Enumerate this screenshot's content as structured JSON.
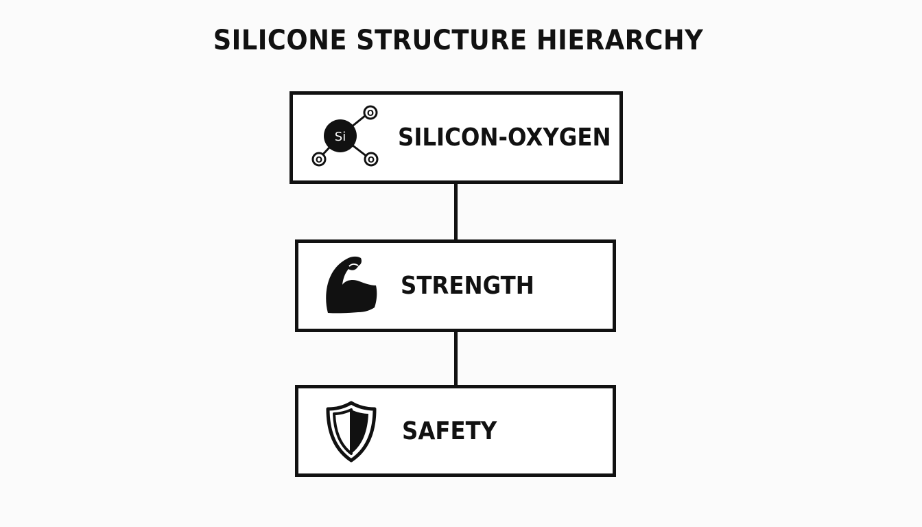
{
  "diagram": {
    "title": "SILICONE STRUCTURE HIERARCHY",
    "nodes": [
      {
        "label": "SILICON-OXYGEN",
        "icon": "molecule-icon",
        "icon_text": "Si",
        "sub_icon_text": "O"
      },
      {
        "label": "STRENGTH",
        "icon": "flexed-arm-icon"
      },
      {
        "label": "SAFETY",
        "icon": "shield-icon"
      }
    ],
    "edges": [
      {
        "from": "SILICON-OXYGEN",
        "to": "STRENGTH"
      },
      {
        "from": "STRENGTH",
        "to": "SAFETY"
      }
    ],
    "colors": {
      "stroke": "#111111",
      "background": "#fbfbfb",
      "box_fill": "#ffffff"
    }
  }
}
